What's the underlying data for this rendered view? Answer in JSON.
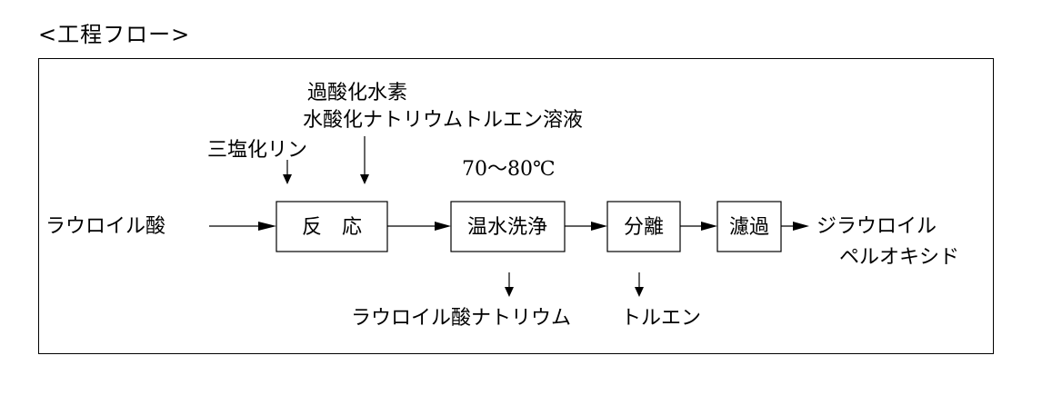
{
  "heading": "<工程フロー>",
  "inputs": {
    "raw_material": "ラウロイル酸",
    "phosphorus_trichloride": "三塩化リン",
    "reagent_line1": "過酸化水素",
    "reagent_line2": "水酸化ナトリウムトルエン溶液"
  },
  "condition": "70～80℃",
  "steps": {
    "reaction": "反　応",
    "wash": "温水洗浄",
    "separation": "分離",
    "filtration": "濾過"
  },
  "outputs": {
    "wash_byproduct": "ラウロイル酸ナトリウム",
    "separation_byproduct": "トルエン",
    "product_line1": "ジラウロイル",
    "product_line2": "ペルオキシド"
  }
}
